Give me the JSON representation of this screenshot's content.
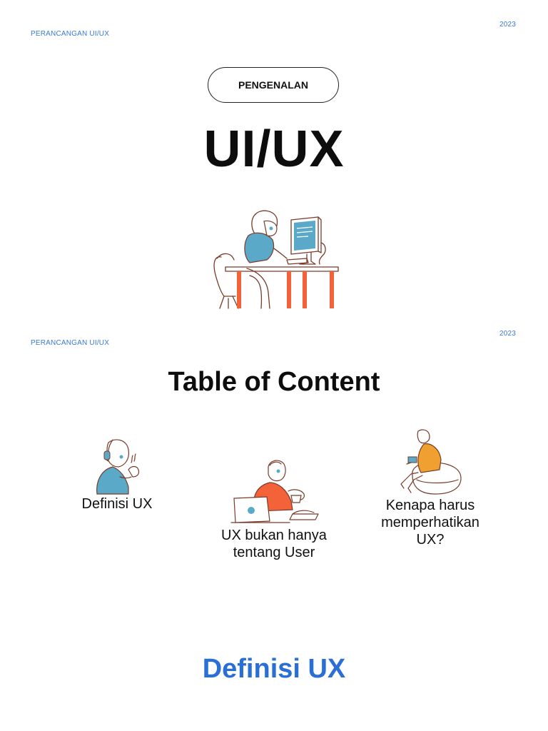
{
  "slide1": {
    "header_left": "PERANCANGAN UI/UX",
    "header_right": "2023",
    "pill_label": "PENGENALAN",
    "title": "UI/UX"
  },
  "slide2": {
    "header_left": "PERANCANGAN UI/UX",
    "header_right": "2023",
    "title": "Table of Content",
    "items": [
      {
        "label": "Definisi UX"
      },
      {
        "label_line1": "UX bukan hanya",
        "label_line2": "tentang User"
      },
      {
        "label_line1": "Kenapa harus",
        "label_line2": "memperhatikan",
        "label_line3": "UX?"
      }
    ]
  },
  "slide3": {
    "title": "Definisi UX"
  },
  "colors": {
    "accent_blue": "#3a78d8",
    "illustration_teal": "#5aa9c9",
    "illustration_orange": "#f4623a",
    "illustration_amber": "#f0a030",
    "section_blue": "#2a6fd6"
  },
  "icons": [
    "woman-at-computer-illustration",
    "man-with-headphones-illustration",
    "man-with-laptop-illustration",
    "man-on-beanbag-illustration"
  ]
}
